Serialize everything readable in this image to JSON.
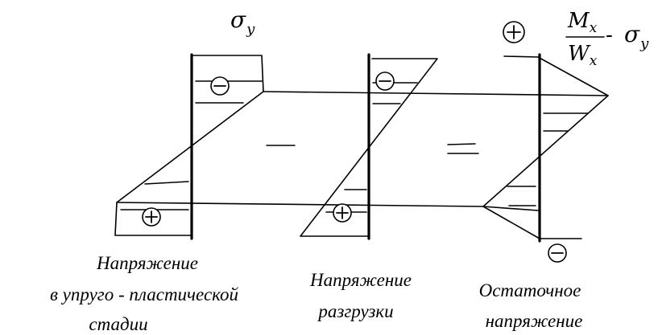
{
  "labels": {
    "sigma_symbol": "σ",
    "sigma_subscript": "y",
    "fraction_numerator_symbol": "M",
    "fraction_numerator_subscript": "x",
    "fraction_denominator_symbol": "W",
    "fraction_denominator_subscript": "x",
    "formula_minus": "-",
    "formula_sigma_symbol": "σ",
    "formula_sigma_subscript": "y"
  },
  "captions": {
    "elastic_plastic": [
      "Напряжение",
      "в  упруго - пластической",
      "стадии"
    ],
    "unloading": [
      "Напряжение",
      "разгрузки"
    ],
    "residual": [
      "Остаточное",
      "напряжение"
    ]
  },
  "signs": {
    "plus": "+",
    "minus": "−"
  }
}
